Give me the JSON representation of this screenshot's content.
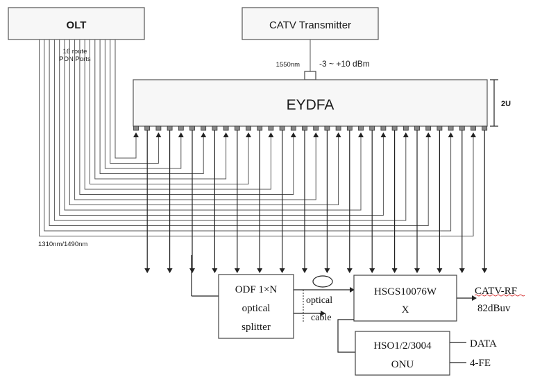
{
  "olt": {
    "label": "OLT",
    "ports_line1": "16 route",
    "ports_line2": "PON Ports"
  },
  "catv": {
    "label": "CATV Transmitter",
    "wavelength": "1550nm",
    "power": "-3 ~ +10 dBm"
  },
  "eydfa": {
    "label": "EYDFA",
    "height": "2U",
    "port_count": 32
  },
  "upstream_wavelength": "1310nm/1490nm",
  "odf": {
    "line1": "ODF 1×N",
    "line2": "optical",
    "line3": "splitter"
  },
  "cable": {
    "line1": "optical",
    "line2": "cable"
  },
  "hsgs": {
    "line1": "HSGS10076W",
    "line2": "X"
  },
  "catv_rf": {
    "label": "CATV-RF",
    "level": "82dBuv"
  },
  "onu": {
    "line1": "HSO1/2/3004",
    "line2": "ONU"
  },
  "outputs": {
    "data": "DATA",
    "fe": "4-FE"
  },
  "colors": {
    "box_stroke": "#444444",
    "wire": "#555555",
    "text": "#1a1a1a"
  }
}
